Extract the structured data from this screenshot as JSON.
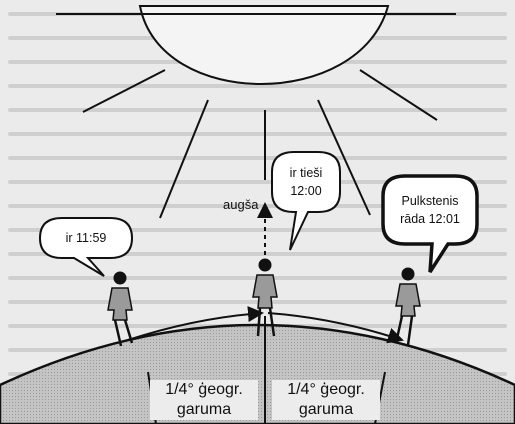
{
  "diagram": {
    "sun": {
      "label": ""
    },
    "up_label": "augša",
    "observers": [
      {
        "id": "left",
        "bubble": "ir 11:59"
      },
      {
        "id": "center",
        "bubble": "ir tieši\n12:00"
      },
      {
        "id": "right",
        "bubble": "Pulkstenis\nrāda 12:01"
      }
    ],
    "arcs": [
      {
        "label": "1/4° ģeogr.\ngaruma"
      },
      {
        "label": "1/4° ģeogr.\ngaruma"
      }
    ]
  },
  "colors": {
    "page_background": "#ebebeb",
    "bubble_fill": "#ffffff",
    "ink": "#111111",
    "earth": "#bdbdbd"
  }
}
